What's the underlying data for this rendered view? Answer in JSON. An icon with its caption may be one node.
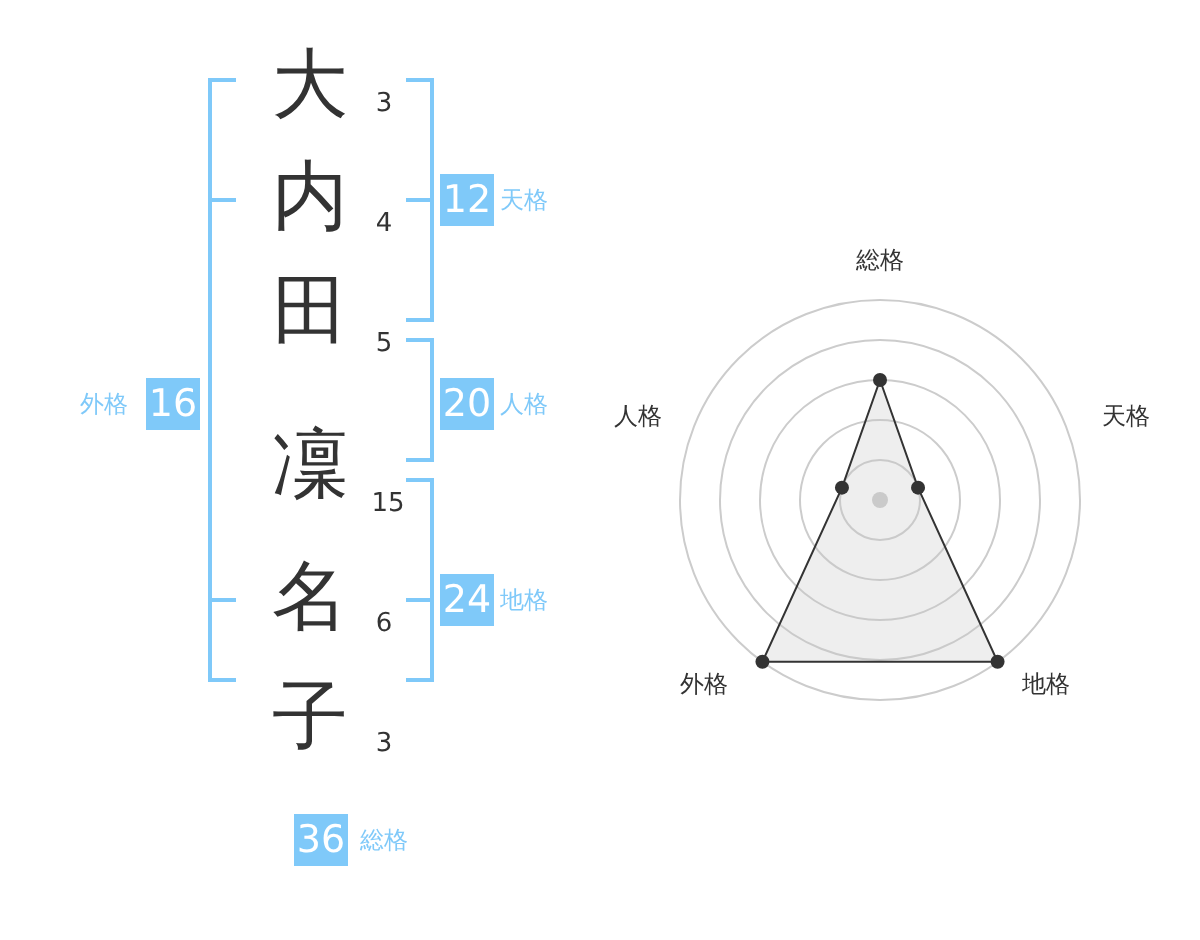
{
  "diagram": {
    "nodes": [
      {
        "text": [
          "12"
        ],
        "beside": [
          "天格"
        ]
      },
      {
        "text": [
          "16"
        ],
        "beside": [
          "外格"
        ]
      },
      {
        "text": [
          "20"
        ],
        "beside": [
          "人格"
        ]
      },
      {
        "text": [
          "24"
        ],
        "beside": [
          "地格"
        ]
      },
      {
        "text": [
          "36"
        ],
        "beside": [
          "総格"
        ]
      }
    ],
    "labels": [
      "大",
      "3",
      "内",
      "4",
      "田",
      "5",
      "凜",
      "15",
      "名",
      "6",
      "子",
      "3",
      "総格",
      "人格",
      "天格",
      "外格",
      "地格"
    ]
  }
}
